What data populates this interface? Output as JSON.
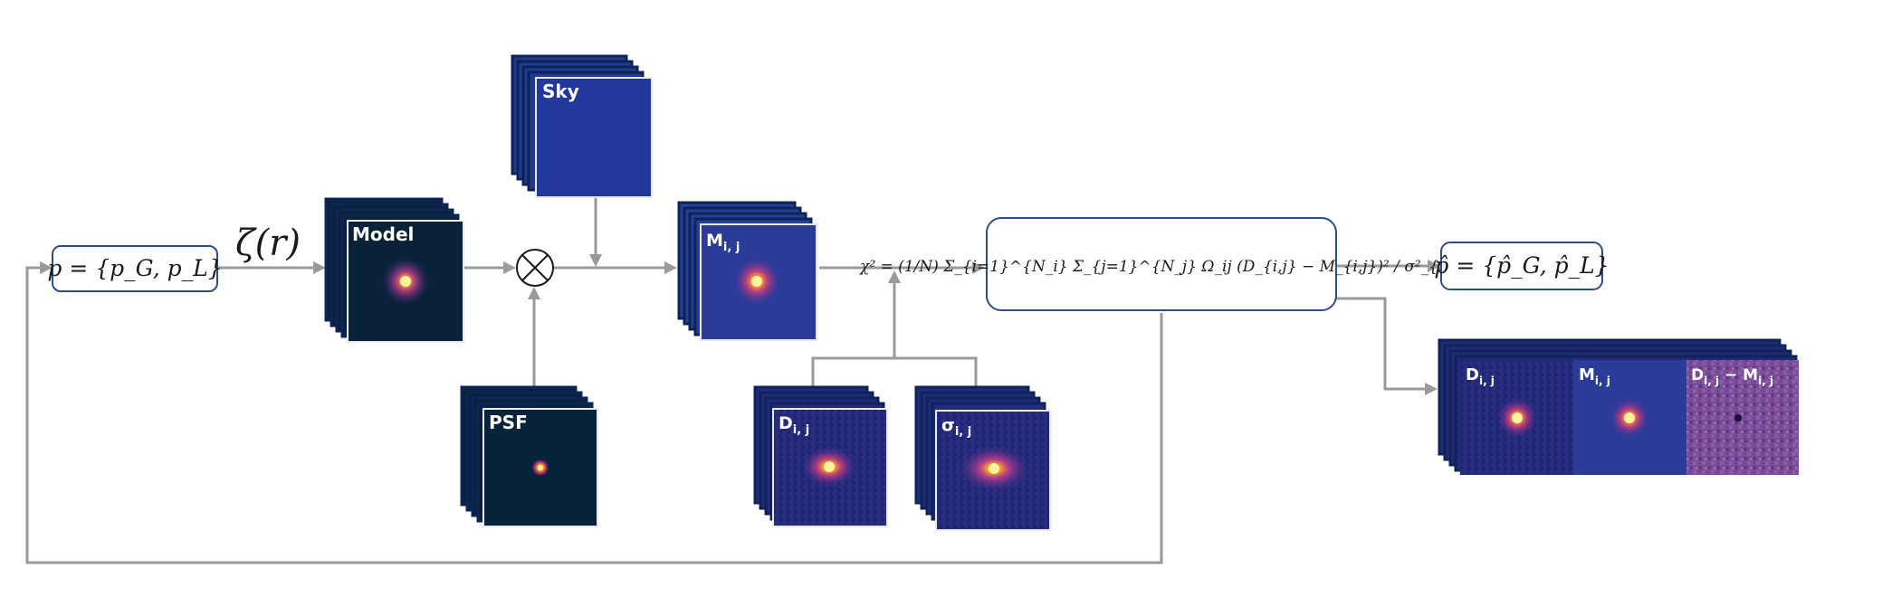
{
  "nodes": {
    "params_in": "p = {p_G, p_L}",
    "profile_function": "ζ(r)",
    "model": "Model",
    "sky": "Sky",
    "psf": "PSF",
    "model_ij": "M",
    "model_ij_sub": "i, j",
    "data_ij": "D",
    "data_ij_sub": "i, j",
    "sigma_ij": "σ",
    "sigma_ij_sub": "i, j",
    "chi2": "χ² = (1/N) Σ_{i=1}^{N_i} Σ_{j=1}^{N_j} Ω_ij (D_{i,j} − M_{i,j})² / σ²_{i,j}",
    "params_out": "p̂ = {p̂_G, p̂_L}",
    "out_data": "D",
    "out_data_sub": "i, j",
    "out_model": "M",
    "out_model_sub": "i, j",
    "out_residual": "D",
    "out_residual_sub": "i, j",
    "out_residual_minus": " − M",
    "out_residual_sub2": "i, j"
  },
  "colors": {
    "stack_edge": "#0e2458",
    "model_bg": "#0a2238",
    "psf_bg": "#06233a",
    "sky_bg": "#1f3a8e",
    "mij_bg": "#243f94",
    "arrow": "#9a9a9a",
    "box_border": "#2b4f86"
  },
  "icons": [
    "multiply-circle-icon"
  ]
}
